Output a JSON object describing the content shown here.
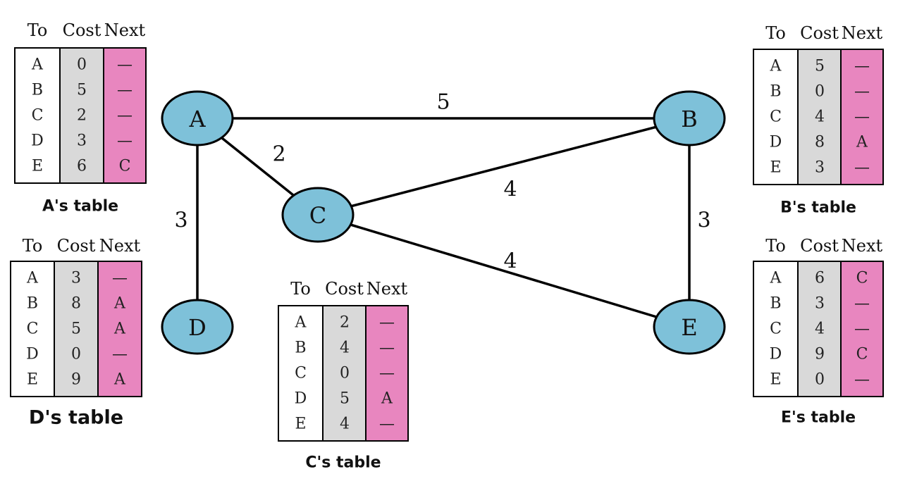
{
  "colors": {
    "node_fill": "#7ec1d9",
    "cost_column": "#d9d9d9",
    "next_column": "#e886bf",
    "to_column": "#ffffff",
    "edge": "#000000"
  },
  "table_headers": [
    "To",
    "Cost",
    "Next"
  ],
  "nodes": [
    {
      "id": "A",
      "label": "A"
    },
    {
      "id": "B",
      "label": "B"
    },
    {
      "id": "C",
      "label": "C"
    },
    {
      "id": "D",
      "label": "D"
    },
    {
      "id": "E",
      "label": "E"
    }
  ],
  "edges": [
    {
      "from": "A",
      "to": "B",
      "weight": "5"
    },
    {
      "from": "A",
      "to": "C",
      "weight": "2"
    },
    {
      "from": "A",
      "to": "D",
      "weight": "3"
    },
    {
      "from": "C",
      "to": "B",
      "weight": "4"
    },
    {
      "from": "C",
      "to": "E",
      "weight": "4"
    },
    {
      "from": "B",
      "to": "E",
      "weight": "3"
    }
  ],
  "tables": [
    {
      "owner": "A",
      "caption": "A's table",
      "rows": [
        [
          "A",
          "0",
          "—"
        ],
        [
          "B",
          "5",
          "—"
        ],
        [
          "C",
          "2",
          "—"
        ],
        [
          "D",
          "3",
          "—"
        ],
        [
          "E",
          "6",
          "C"
        ]
      ]
    },
    {
      "owner": "B",
      "caption": "B's table",
      "rows": [
        [
          "A",
          "5",
          "—"
        ],
        [
          "B",
          "0",
          "—"
        ],
        [
          "C",
          "4",
          "—"
        ],
        [
          "D",
          "8",
          "A"
        ],
        [
          "E",
          "3",
          "—"
        ]
      ]
    },
    {
      "owner": "C",
      "caption": "C's table",
      "rows": [
        [
          "A",
          "2",
          "—"
        ],
        [
          "B",
          "4",
          "—"
        ],
        [
          "C",
          "0",
          "—"
        ],
        [
          "D",
          "5",
          "A"
        ],
        [
          "E",
          "4",
          "—"
        ]
      ]
    },
    {
      "owner": "D",
      "caption": "D's table",
      "rows": [
        [
          "A",
          "3",
          "—"
        ],
        [
          "B",
          "8",
          "A"
        ],
        [
          "C",
          "5",
          "A"
        ],
        [
          "D",
          "0",
          "—"
        ],
        [
          "E",
          "9",
          "A"
        ]
      ]
    },
    {
      "owner": "E",
      "caption": "E's table",
      "rows": [
        [
          "A",
          "6",
          "C"
        ],
        [
          "B",
          "3",
          "—"
        ],
        [
          "C",
          "4",
          "—"
        ],
        [
          "D",
          "9",
          "C"
        ],
        [
          "E",
          "0",
          "—"
        ]
      ]
    }
  ]
}
